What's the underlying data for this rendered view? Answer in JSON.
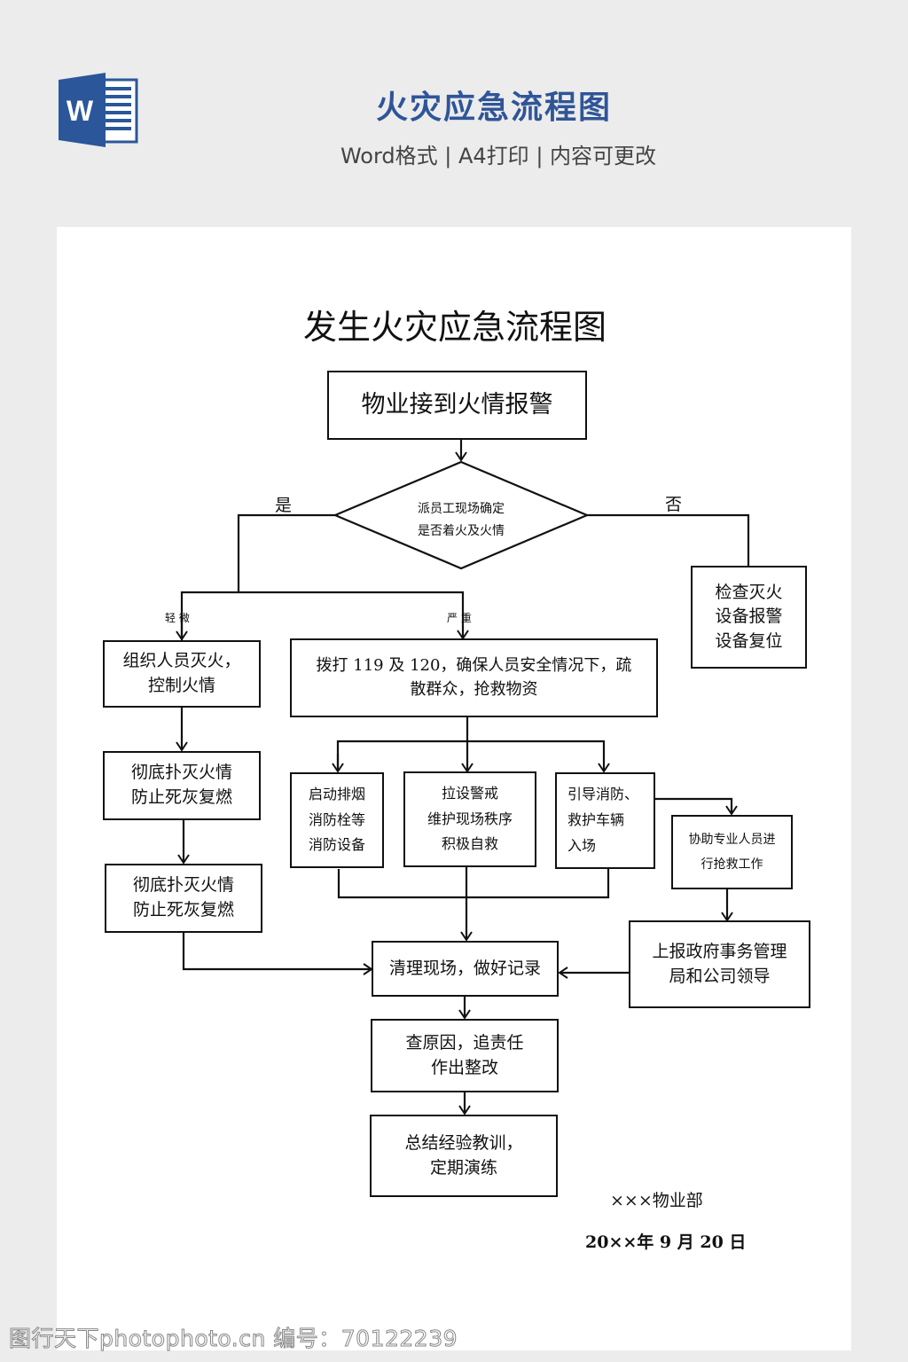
{
  "header": {
    "icon": "word-document-icon",
    "icon_letter": "W",
    "title": "火灾应急流程图",
    "subtitle": "Word格式 | A4打印 | 内容可更改",
    "title_color": "#2f5597",
    "icon_color": "#2b579a"
  },
  "document": {
    "title": "发生火灾应急流程图",
    "nodes": {
      "start": "物业接到火情报警",
      "decision": "派员工现场确定\n是否着火及火情",
      "no_branch": "检查灭火\n设备报警\n设备复位",
      "minor_1": "组织人员灭火，\n控制火情",
      "minor_2": "彻底扑灭火情\n防止死灰复燃",
      "minor_3": "彻底扑灭火情\n防止死灰复燃",
      "severe": "拨打 119 及 120，确保人员安全情况下，疏\n散群众，抢救物资",
      "sub_smoke": "启动排烟\n消防栓等\n消防设备",
      "sub_cordon": "拉设警戒\n维护现场秩序\n积极自救",
      "sub_guide": "引导消防、\n救护车辆\n入场",
      "assist": "协助专业人员进\n行抢救工作",
      "report": "上报政府事务管理\n局和公司领导",
      "cleanup": "清理现场，做好记录",
      "investigate": "查原因，追责任\n作出整改",
      "summary": "总结经验教训，\n定期演练"
    },
    "labels": {
      "yes": "是",
      "no": "否",
      "minor": "轻 微",
      "severe": "严 重"
    },
    "signature": {
      "department": "×××物业部",
      "date": "20××年 9 月 20 日"
    }
  },
  "watermark": "图行天下photophoto.cn 编号：70122239"
}
